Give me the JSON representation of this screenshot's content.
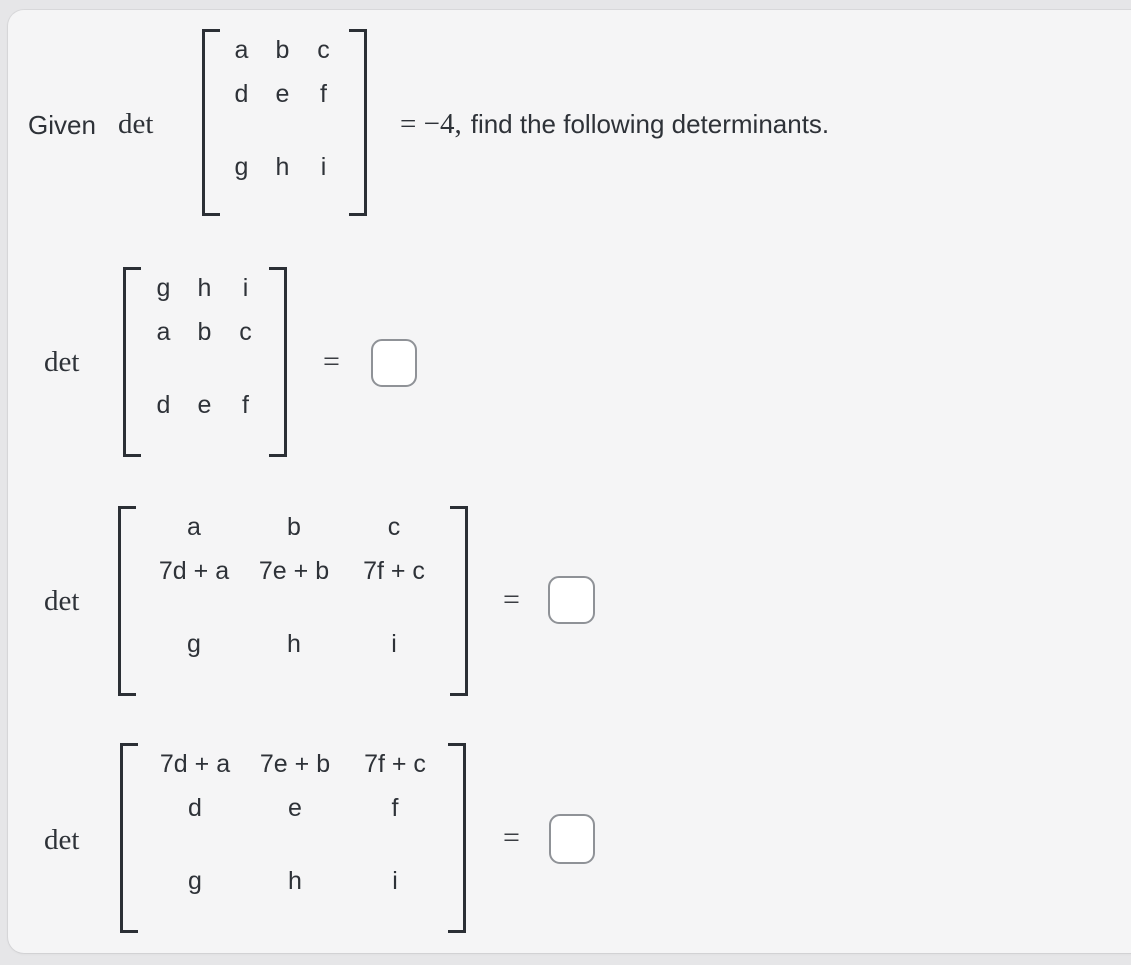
{
  "colors": {
    "page_bg": "#e6e6e8",
    "card_bg": "#f5f5f6",
    "text": "#2e3238",
    "bracket": "#2b2f35",
    "answer_box_border": "#8f9297",
    "answer_box_bg": "#ffffff"
  },
  "given": {
    "label": "Given",
    "det": "det",
    "matrix": {
      "rows": [
        [
          "a",
          "b",
          "c"
        ],
        [
          "d",
          "e",
          "f"
        ],
        [
          "g",
          "h",
          "i"
        ]
      ]
    },
    "equation_math": "= −4,",
    "equation_text": "find the following determinants."
  },
  "problems": [
    {
      "det": "det",
      "matrix": {
        "rows": [
          [
            "g",
            "h",
            "i"
          ],
          [
            "a",
            "b",
            "c"
          ],
          [
            "d",
            "e",
            "f"
          ]
        ]
      },
      "equals": "=",
      "answer": ""
    },
    {
      "det": "det",
      "matrix": {
        "rows": [
          [
            "a",
            "b",
            "c"
          ],
          [
            "7d + a",
            "7e + b",
            "7f + c"
          ],
          [
            "g",
            "h",
            "i"
          ]
        ]
      },
      "equals": "=",
      "answer": ""
    },
    {
      "det": "det",
      "matrix": {
        "rows": [
          [
            "7d + a",
            "7e + b",
            "7f + c"
          ],
          [
            "d",
            "e",
            "f"
          ],
          [
            "g",
            "h",
            "i"
          ]
        ]
      },
      "equals": "=",
      "answer": ""
    }
  ]
}
